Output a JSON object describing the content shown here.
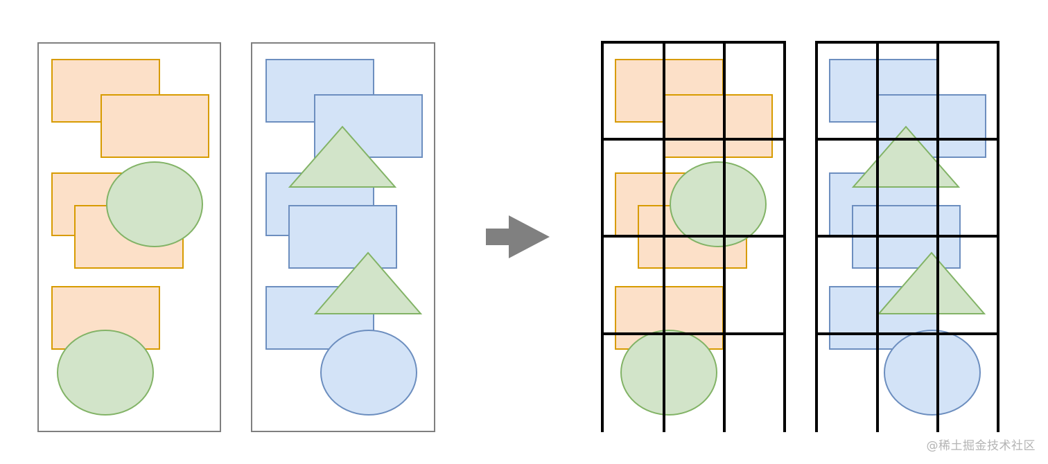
{
  "colors": {
    "orange_fill": "#fce0c8",
    "orange_stroke": "#d79b00",
    "blue_fill": "#d3e3f7",
    "blue_stroke": "#6c8ebf",
    "green_fill": "#d2e4c9",
    "green_stroke": "#82b366",
    "panel_stroke": "#7f7f7f",
    "grid_stroke": "#000000",
    "arrow_fill": "#808080"
  },
  "diagram": {
    "left_group": "before-tiling",
    "right_group": "after-tiling",
    "transition": "arrow-right-icon"
  },
  "watermark": "@稀土掘金技术社区"
}
